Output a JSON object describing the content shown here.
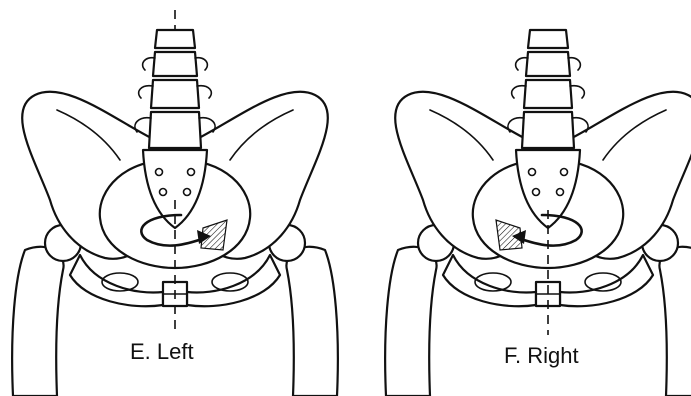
{
  "panels": [
    {
      "caption": "E. Left",
      "rotation": "left"
    },
    {
      "caption": "F. Right",
      "rotation": "right"
    }
  ],
  "colors": {
    "ink": "#111111",
    "paper": "#ffffff"
  }
}
